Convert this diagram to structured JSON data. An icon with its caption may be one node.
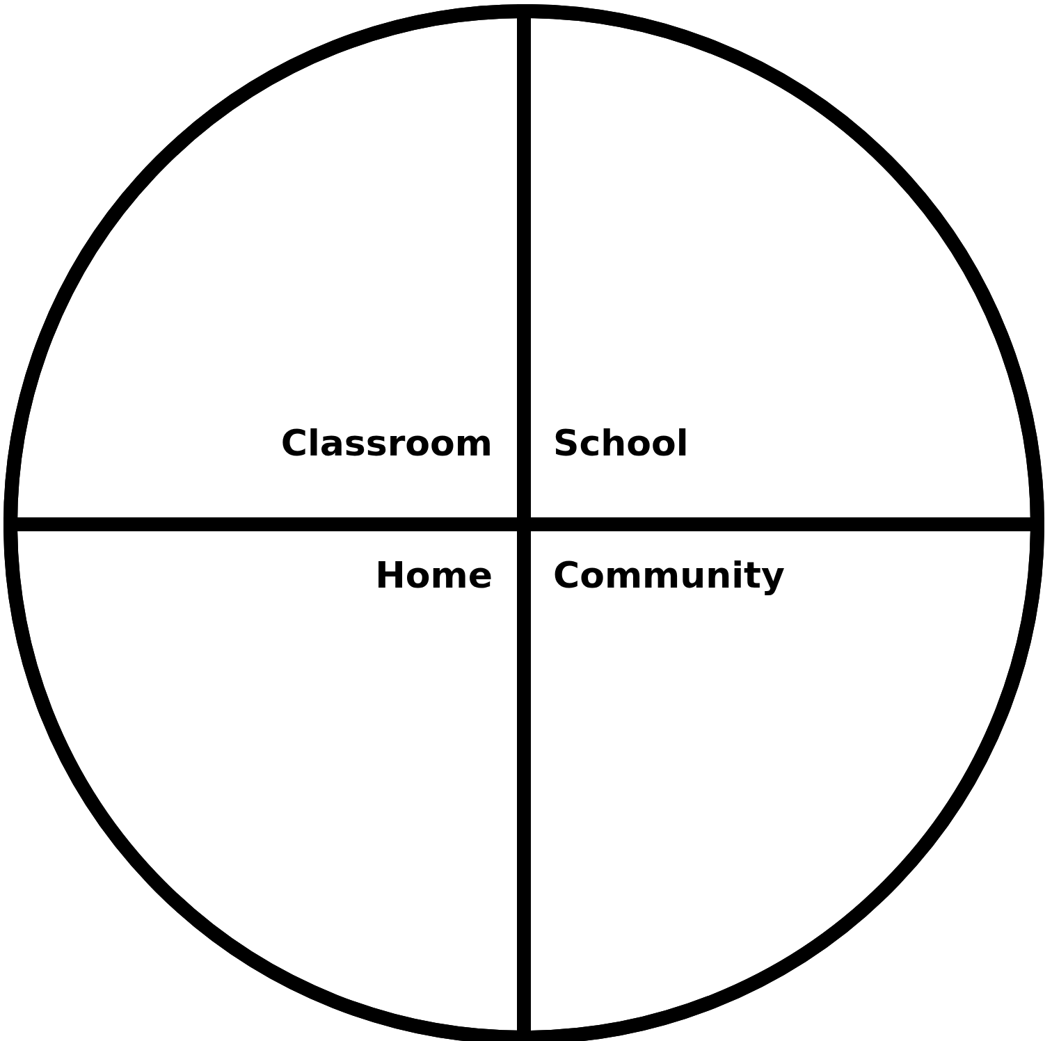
{
  "diagram": {
    "nodes": [
      {
        "text": [],
        "shape": "circle"
      },
      {
        "text": [
          "Classroom"
        ],
        "in": 0
      },
      {
        "text": [
          "School"
        ],
        "in": 0
      },
      {
        "text": [
          "Home"
        ],
        "in": 0
      },
      {
        "text": [
          "Community"
        ],
        "in": 0
      }
    ]
  }
}
